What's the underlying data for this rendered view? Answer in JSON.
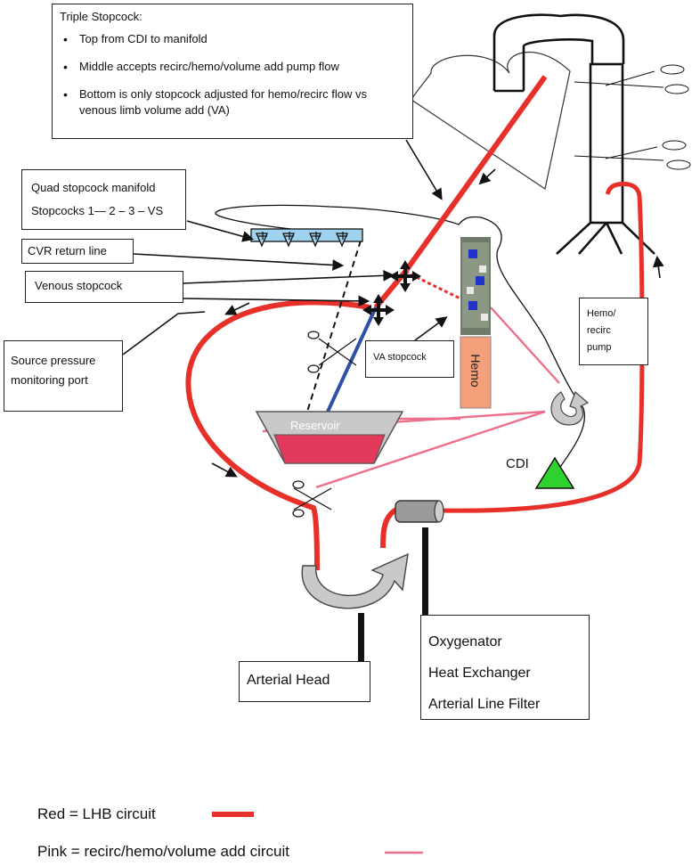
{
  "triple_box": {
    "title": "Triple Stopcock:",
    "bullets": [
      "Top from CDI to manifold",
      "Middle accepts recirc/hemo/volume add pump flow",
      "Bottom is only stopcock adjusted for hemo/recirc flow vs",
      "venous limb volume add (VA)"
    ]
  },
  "quad_box": {
    "line1": "Quad stopcock manifold",
    "line2": "Stopcocks 1— 2 – 3 – VS"
  },
  "labels": {
    "cvr": "CVR return line",
    "venous": "Venous stopcock",
    "source_1": "Source pressure",
    "source_2": "monitoring port",
    "va": "VA stopcock",
    "hemo": "Hemo",
    "reservoir": "Reservoir",
    "cdi": "CDI",
    "pump_1": "Hemo/",
    "pump_2": "recirc",
    "pump_3": "pump",
    "arterial_head": "Arterial Head",
    "oxy_1": "Oxygenator",
    "oxy_2": "Heat Exchanger",
    "oxy_3": "Arterial Line Filter"
  },
  "legend": {
    "red": "Red = LHB circuit",
    "pink": "Pink = recirc/hemo/volume add circuit"
  },
  "colors": {
    "lhb_red": "#e8302a",
    "pink": "#ee6f8a",
    "blue_line": "#2f4fa8",
    "hemo_fill": "#f4a07a",
    "cdi_green": "#2ed12e",
    "pump_gray": "#c9c9c9",
    "reservoir_fill": "#c9c9c9",
    "reservoir_blood": "#e23a5a"
  }
}
